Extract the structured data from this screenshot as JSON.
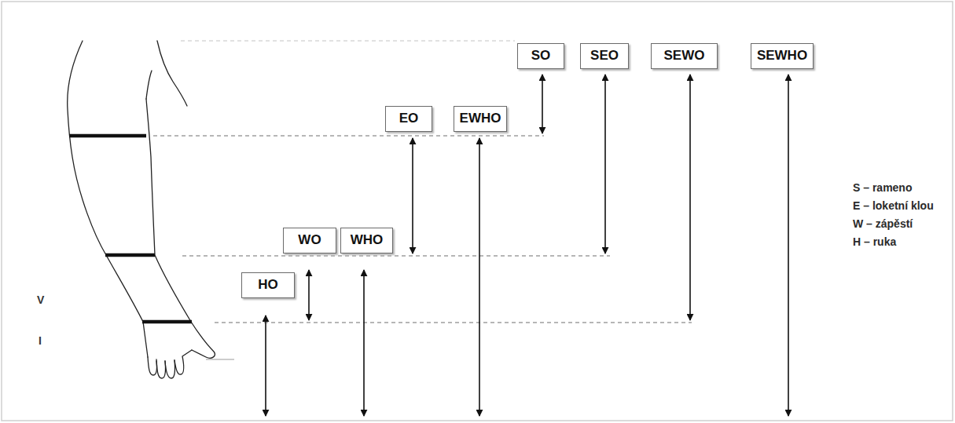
{
  "diagram": {
    "nodes": [
      {
        "text": [
          "SO"
        ]
      },
      {
        "text": [
          "SEO"
        ]
      },
      {
        "text": [
          "SEWO"
        ]
      },
      {
        "text": [
          "SEWHO"
        ]
      },
      {
        "text": [
          "EO"
        ]
      },
      {
        "text": [
          "EWHO"
        ]
      },
      {
        "text": [
          "WO"
        ]
      },
      {
        "text": [
          "WHO"
        ]
      },
      {
        "text": [
          "HO"
        ]
      }
    ],
    "labels": [
      "V",
      "I"
    ],
    "legend": [
      {
        "text": "S – rameno"
      },
      {
        "text": "E – loketní klou"
      },
      {
        "text": "W – zápěstí"
      },
      {
        "text": "H – ruka"
      }
    ]
  }
}
